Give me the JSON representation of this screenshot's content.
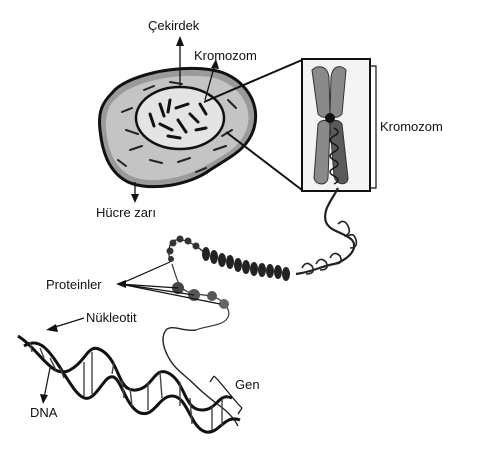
{
  "labels": {
    "nucleus": "Çekirdek",
    "chromosome_in_cell": "Kromozom",
    "chromosome_side": "Kromozom",
    "cell_membrane": "Hücre zarı",
    "proteins": "Proteinler",
    "nucleotide": "Nükleotit",
    "gene": "Gen",
    "dna": "DNA"
  }
}
